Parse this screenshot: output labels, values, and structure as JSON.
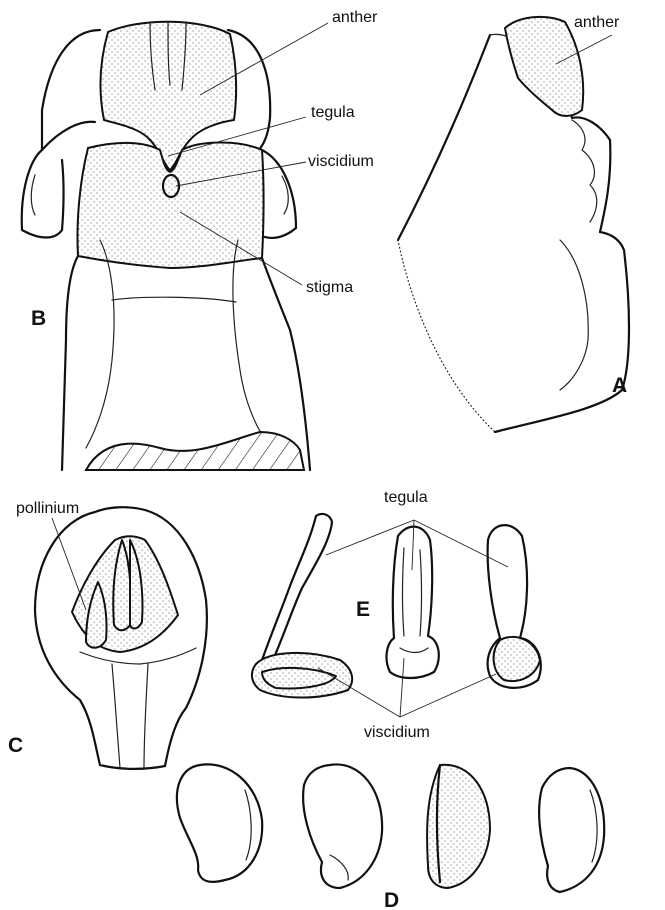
{
  "panels": {
    "a": "A",
    "b": "B",
    "c": "C",
    "d": "D",
    "e": "E"
  },
  "labels": {
    "anther_b": "anther",
    "anther_a": "anther",
    "tegula_b": "tegula",
    "viscidium_b": "viscidium",
    "stigma": "stigma",
    "pollinium": "pollinium",
    "tegula_e": "tegula",
    "viscidium_e": "viscidium"
  }
}
